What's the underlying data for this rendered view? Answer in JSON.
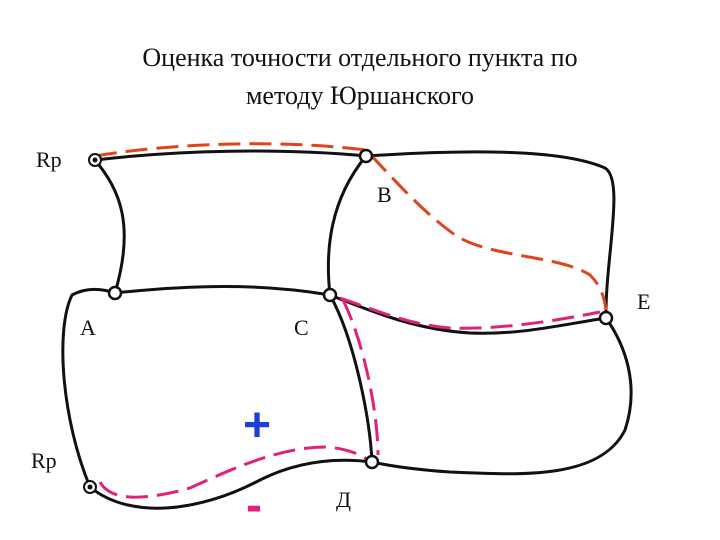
{
  "title": {
    "line1": "Оценка точности отдельного пункта по",
    "line2": "методу Юршанского"
  },
  "labels": {
    "rp_top": "Rp",
    "rp_bottom": "Rp",
    "b": "В",
    "e": "Е",
    "a": "А",
    "c": "С",
    "d": "Д",
    "plus": "+",
    "minus": "-"
  },
  "colors": {
    "network_line": "#111111",
    "path_orange": "#e0441a",
    "path_magenta": "#e0207a",
    "sign_blue": "#1f3fd0",
    "sign_magenta": "#e0207a"
  }
}
